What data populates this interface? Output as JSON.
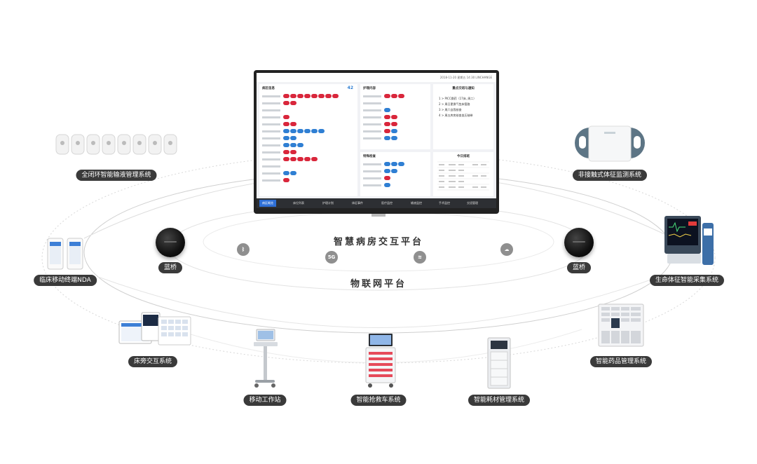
{
  "center": {
    "title": "智慧病房交互平台",
    "subtitle": "物联网平台"
  },
  "protocols": [
    {
      "name": "bluetooth-icon",
      "label": "ᛒ"
    },
    {
      "name": "5g-icon",
      "label": "5G"
    },
    {
      "name": "wifi-icon",
      "label": "≋"
    },
    {
      "name": "cloud-icon",
      "label": "☁"
    }
  ],
  "bridges": [
    {
      "label": "蓝桥"
    },
    {
      "label": "蓝桥"
    }
  ],
  "systems": [
    {
      "label": "全闭环智能输液管理系统"
    },
    {
      "label": "非接触式体征监测系统"
    },
    {
      "label": "临床移动终端NDA"
    },
    {
      "label": "生命体征智能采集系统"
    },
    {
      "label": "床旁交互系统"
    },
    {
      "label": "智能药品管理系统"
    },
    {
      "label": "移动工作站"
    },
    {
      "label": "智能抢救车系统"
    },
    {
      "label": "智能耗材管理系统"
    }
  ],
  "screen": {
    "panels": {
      "ward": "病区信息",
      "nursing": "护理内容",
      "special": "特殊检查",
      "notice": "重点交班与通知",
      "today": "今日排班"
    },
    "notices": [
      "1 > PICC换药（17床, 周二）",
      "2 > 周日更换气垫床管路",
      "3 > 周六自我核查",
      "4 > 周五库房核查血压袖带"
    ],
    "tabs": [
      "病区概览",
      "床位列表",
      "护理计划",
      "体征事件",
      "医疗监控",
      "输液监控",
      "手术监控",
      "交班管理"
    ],
    "clock": "2018-11-20 星期五 14:30   LINCHANGE",
    "ward_count": "42"
  },
  "colors": {
    "pill": "#3a3a3a",
    "badge_red": "#d9263b",
    "badge_blue": "#2f7fd3",
    "tab_active": "#2e6fd6"
  }
}
